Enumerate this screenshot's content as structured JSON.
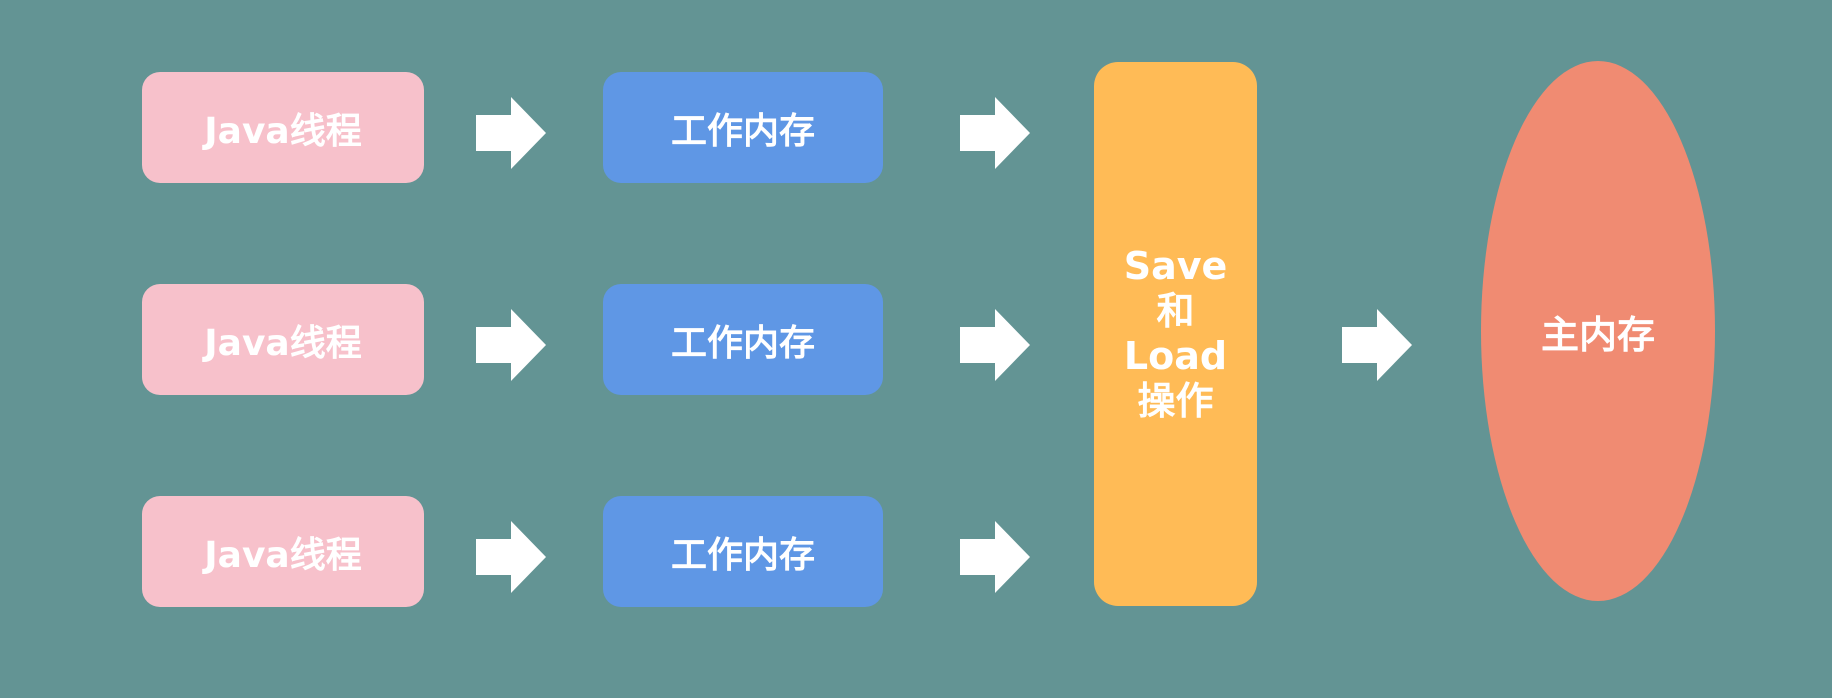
{
  "diagram": {
    "threads": [
      {
        "label": "Java线程"
      },
      {
        "label": "Java线程"
      },
      {
        "label": "Java线程"
      }
    ],
    "working_memories": [
      {
        "label": "工作内存"
      },
      {
        "label": "工作内存"
      },
      {
        "label": "工作内存"
      }
    ],
    "save_load": {
      "lines": [
        "Save",
        "和",
        "Load",
        "操作"
      ]
    },
    "main_memory": {
      "label": "主内存"
    },
    "colors": {
      "background": "#639494",
      "thread": "#f7c1cb",
      "working_memory": "#5f97e5",
      "save_load": "#ffbb56",
      "main_memory": "#f08b72",
      "arrow": "#ffffff",
      "text": "#ffffff"
    },
    "icons": {
      "arrow": "right-arrow-icon"
    }
  }
}
